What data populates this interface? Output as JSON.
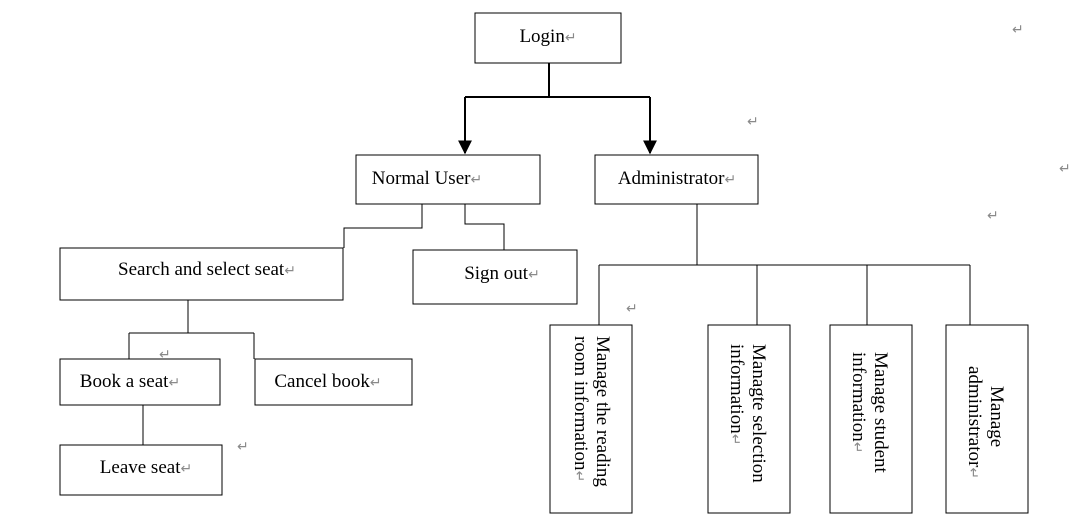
{
  "colors": {
    "line": "#000000",
    "box_fill": "#ffffff",
    "return_mark": "#8a8a8a"
  },
  "return_mark": "↵",
  "nodes": {
    "login": "Login",
    "normal_user": "Normal User",
    "administrator": "Administrator",
    "search_select_seat": "Search and select seat",
    "sign_out": "Sign out",
    "book_seat": "Book a seat",
    "cancel_book": "Cancel book",
    "leave_seat": "Leave seat",
    "manage_reading_room": [
      "Manage the reading",
      "room information"
    ],
    "manage_selection": [
      "Managte selection",
      "information"
    ],
    "manage_student": [
      "Manage student",
      "information"
    ],
    "manage_admin": [
      "Manage",
      "administrator"
    ]
  }
}
